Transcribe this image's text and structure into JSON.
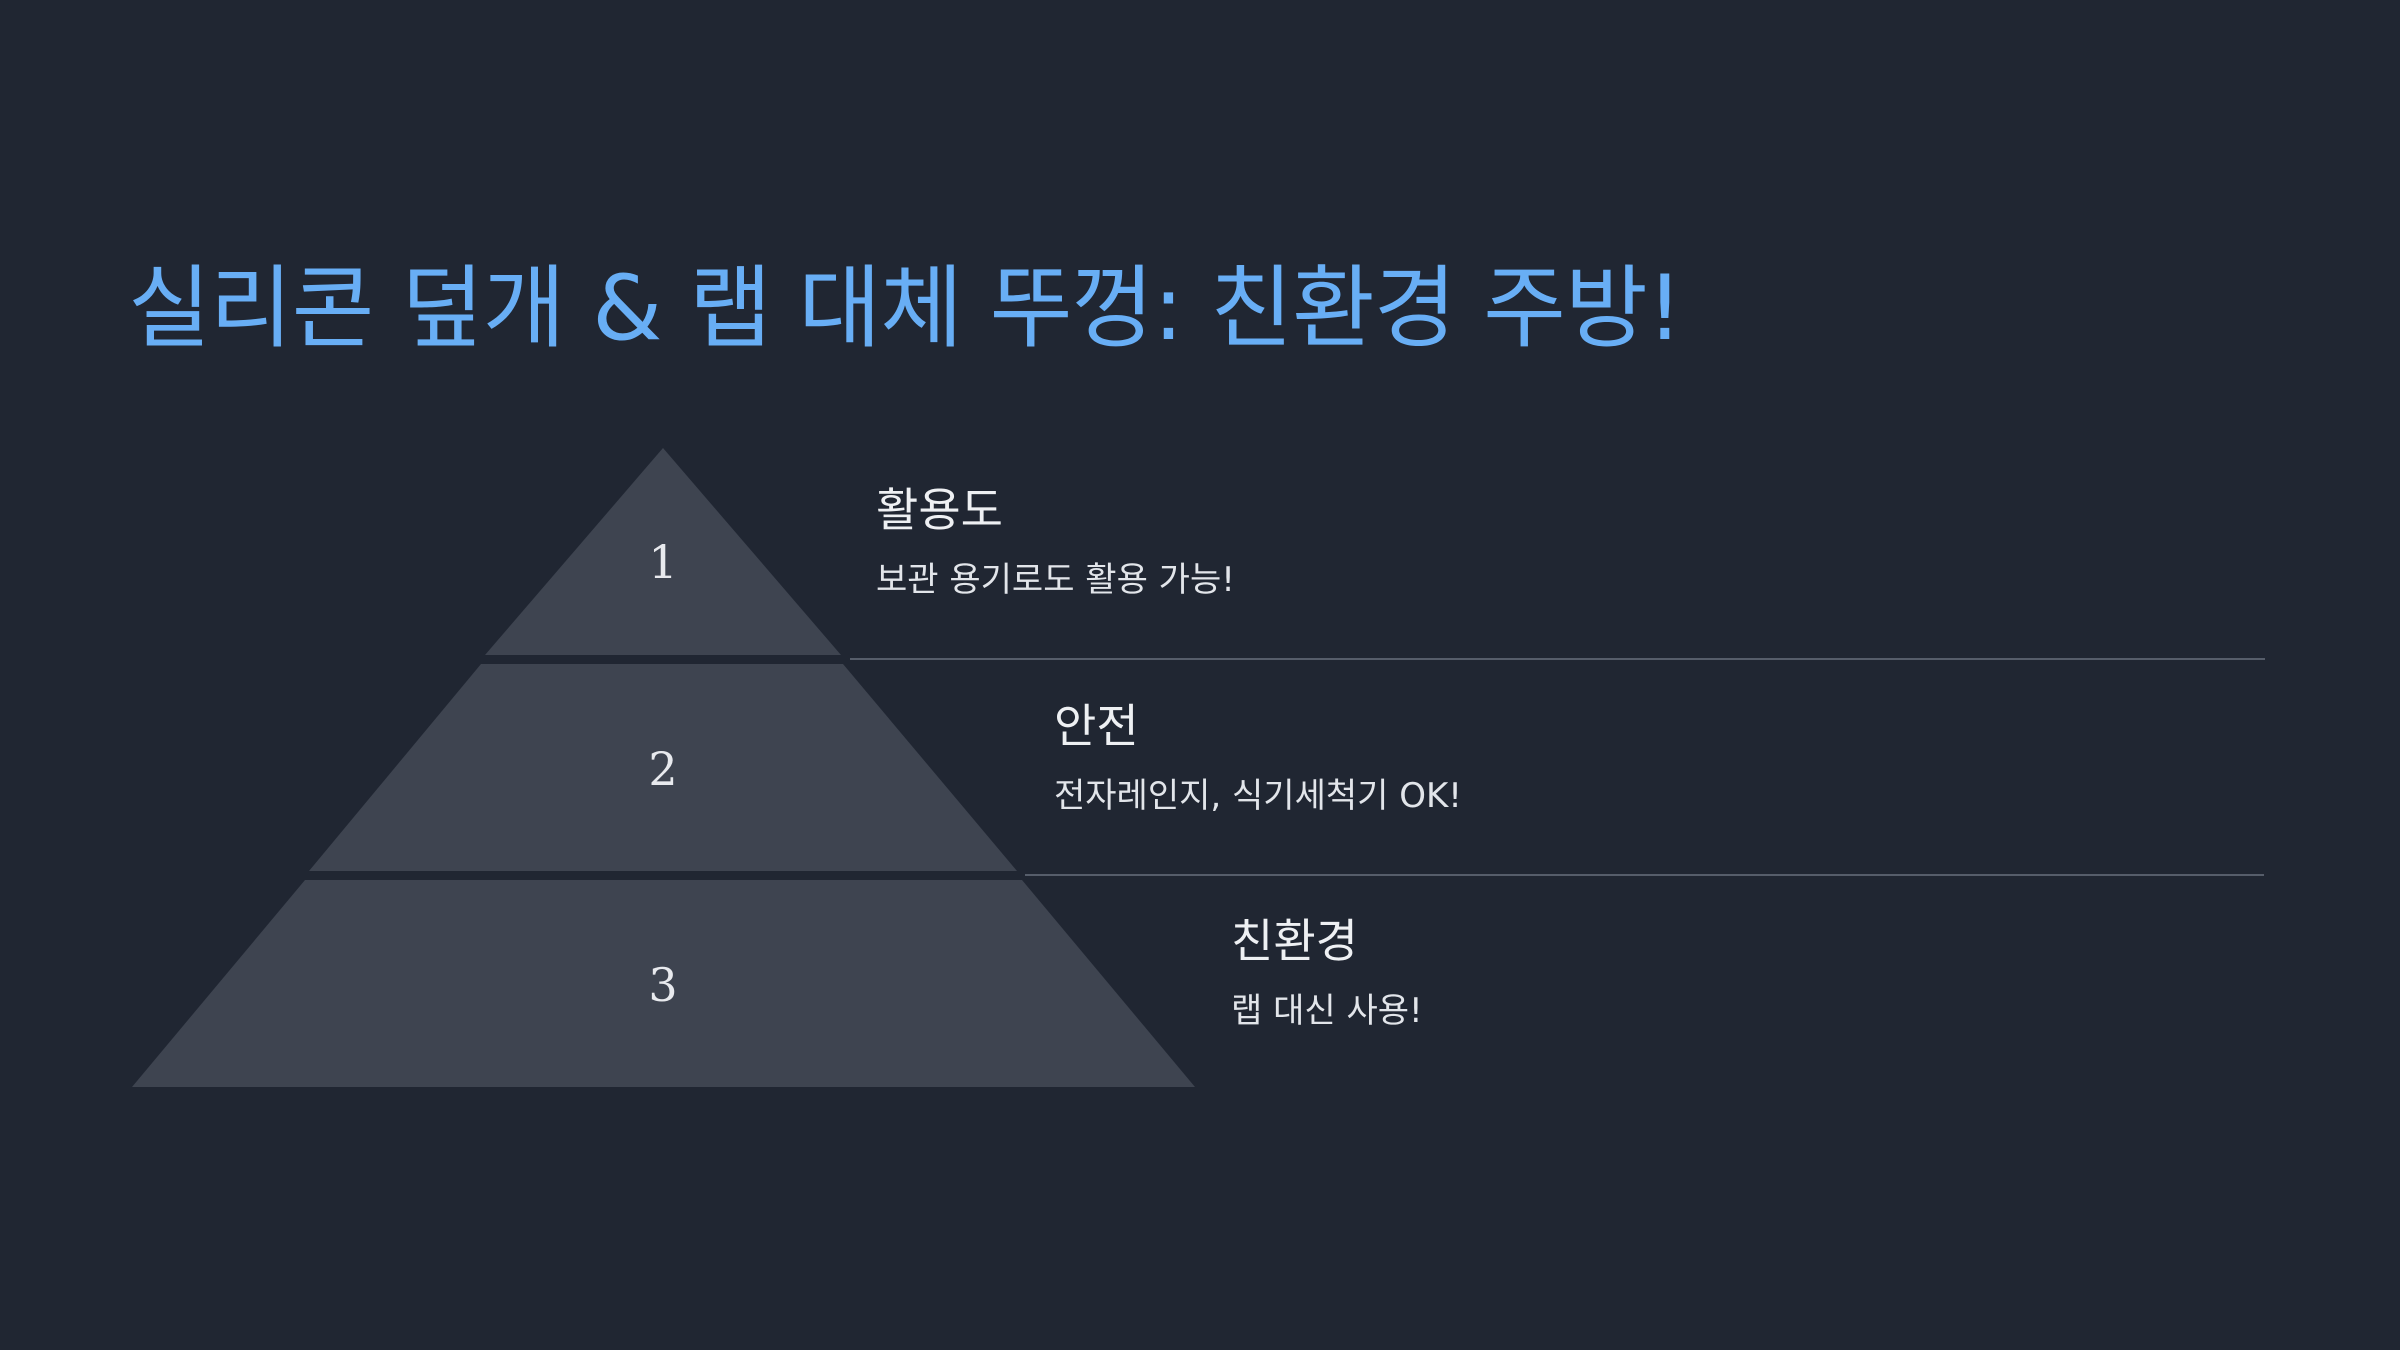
{
  "slide": {
    "title": "실리콘 덮개 & 랩 대체 뚜껑: 친환경 주방!"
  },
  "colors": {
    "background": "#202632",
    "title": "#68aef5",
    "tier_fill": "#3e4450",
    "divider": "#565d6a",
    "text": "#eef0f3"
  },
  "pyramid": {
    "tiers": [
      {
        "number": "1",
        "heading": "활용도",
        "description": "보관 용기로도 활용 가능!"
      },
      {
        "number": "2",
        "heading": "안전",
        "description": "전자레인지, 식기세척기 OK!"
      },
      {
        "number": "3",
        "heading": "친환경",
        "description": "랩 대신 사용!"
      }
    ]
  }
}
